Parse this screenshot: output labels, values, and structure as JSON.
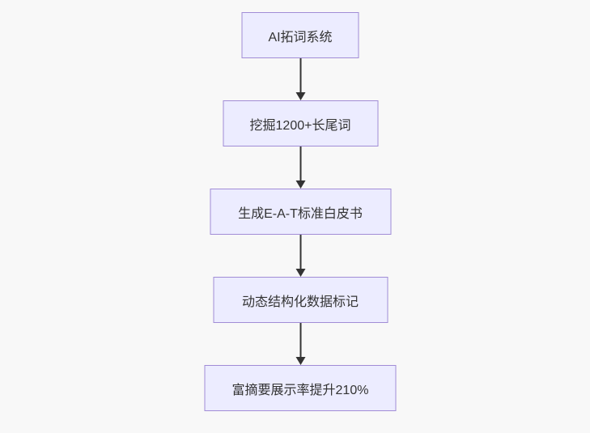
{
  "page": {
    "background_color": "#f8f8f8"
  },
  "flowchart": {
    "type": "flowchart-top-down",
    "node_fill_color": "#ECECFF",
    "node_border_color": "#9370DB",
    "node_text_color": "#333333",
    "arrow_color": "#333333",
    "nodes": [
      {
        "label": "AI拓词系统"
      },
      {
        "label": "挖掘1200+长尾词"
      },
      {
        "label": "生成E-A-T标准白皮书"
      },
      {
        "label": "动态结构化数据标记"
      },
      {
        "label": "富摘要展示率提升210%"
      }
    ]
  }
}
